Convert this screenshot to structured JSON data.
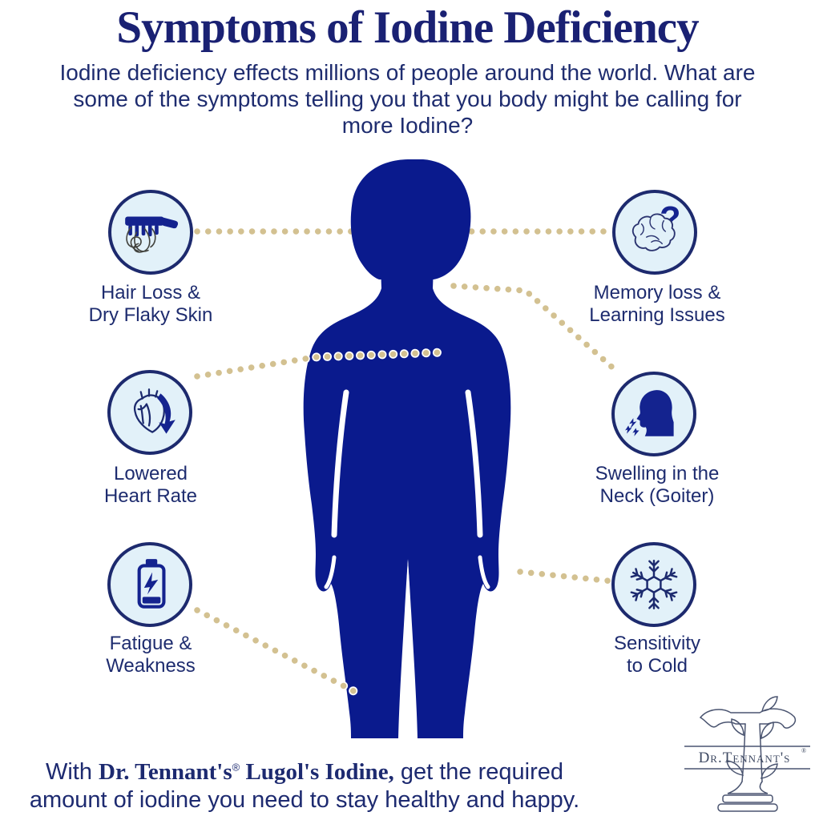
{
  "title": "Symptoms of Iodine Deficiency",
  "subtitle_lines": [
    "Iodine deficiency effects millions of people around the world. What are",
    "some of the symptoms telling you that you body might be calling for",
    "more Iodine?"
  ],
  "symptoms": [
    {
      "id": "hair-loss",
      "line1": "Hair Loss &",
      "line2": "Dry Flaky Skin",
      "icon": "comb-hair-icon"
    },
    {
      "id": "memory-loss",
      "line1": "Memory loss &",
      "line2": "Learning Issues",
      "icon": "brain-question-icon"
    },
    {
      "id": "heart-rate",
      "line1": "Lowered",
      "line2": "Heart Rate",
      "icon": "heart-down-arrow-icon"
    },
    {
      "id": "goiter",
      "line1": "Swelling in the",
      "line2": "Neck (Goiter)",
      "icon": "neck-profile-icon"
    },
    {
      "id": "fatigue",
      "line1": "Fatigue &",
      "line2": "Weakness",
      "icon": "low-battery-icon"
    },
    {
      "id": "cold",
      "line1": "Sensitivity",
      "line2": "to Cold",
      "icon": "snowflake-icon"
    }
  ],
  "footer": {
    "line1_prefix": "With ",
    "brand": "Dr. Tennant's",
    "registered_mark": "®",
    "product": " Lugol's Iodine,",
    "line1_suffix": " get the required",
    "line2": "amount of iodine you need to stay healthy and happy."
  },
  "logo": {
    "name": "Dr.Tennant's",
    "registered_mark": "®"
  },
  "icons": {
    "question_mark": "?"
  },
  "colors": {
    "body_blue": "#0a1a8d",
    "navy_text": "#1e2c6f",
    "title_navy": "#1a2173",
    "dot_tan": "#d3c191",
    "circle_fill": "#e2f1f9",
    "circle_border": "#1d2a6e"
  }
}
